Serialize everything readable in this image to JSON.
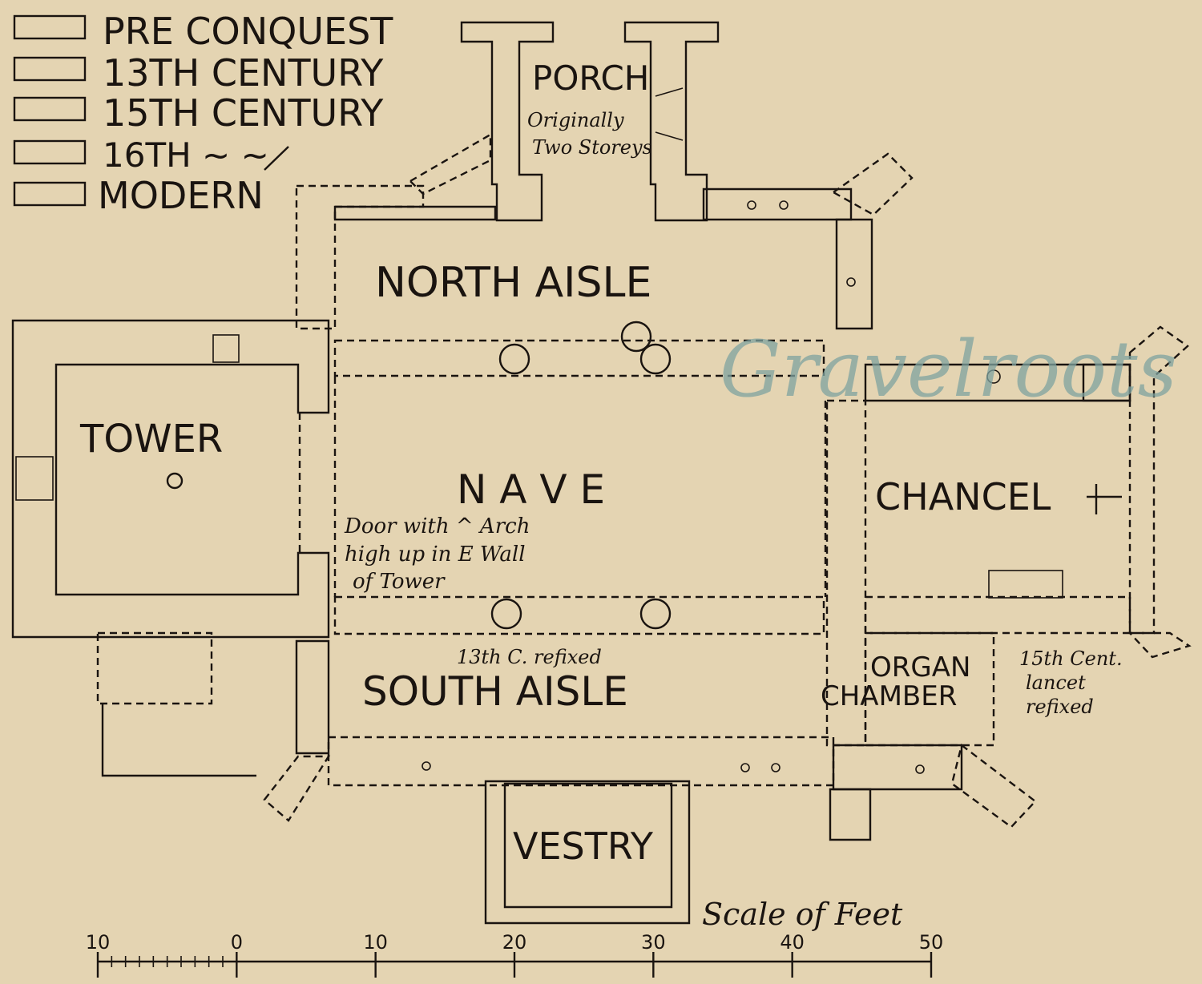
{
  "legend": [
    {
      "label": "PRE CONQUEST",
      "pattern": "pre-conquest"
    },
    {
      "label": "13TH CENTURY",
      "pattern": "thirteenth-century"
    },
    {
      "label": "15TH CENTURY",
      "pattern": "fifteenth-century"
    },
    {
      "label": "16TH ~ ~",
      "pattern": "sixteenth-century"
    },
    {
      "label": "MODERN",
      "pattern": "modern"
    }
  ],
  "rooms": {
    "porch": "PORCH",
    "north_aisle": "NORTH AISLE",
    "tower": "TOWER",
    "nave": "N A V E",
    "chancel": "CHANCEL",
    "south_aisle": "SOUTH AISLE",
    "organ_chamber_line1": "ORGAN",
    "organ_chamber_line2": "CHAMBER",
    "vestry": "VESTRY"
  },
  "notes": {
    "porch_line1": "Originally",
    "porch_line2": "Two Storeys",
    "door_line1": "Door with ^ Arch",
    "door_line2": "high up in E Wall",
    "door_line3": "of Tower",
    "refixed_13th": "13th C. refixed",
    "lancet_line1": "15th Cent.",
    "lancet_line2": "lancet",
    "lancet_line3": "refixed"
  },
  "scale": {
    "title": "Scale of Feet",
    "ticks": [
      "10",
      "0",
      "10",
      "20",
      "30",
      "40",
      "50"
    ]
  },
  "watermark": "Gravelroots",
  "colors": {
    "paper": "#e4d4b2",
    "ink": "#1a1410",
    "watermark": "#7fa3a0"
  }
}
